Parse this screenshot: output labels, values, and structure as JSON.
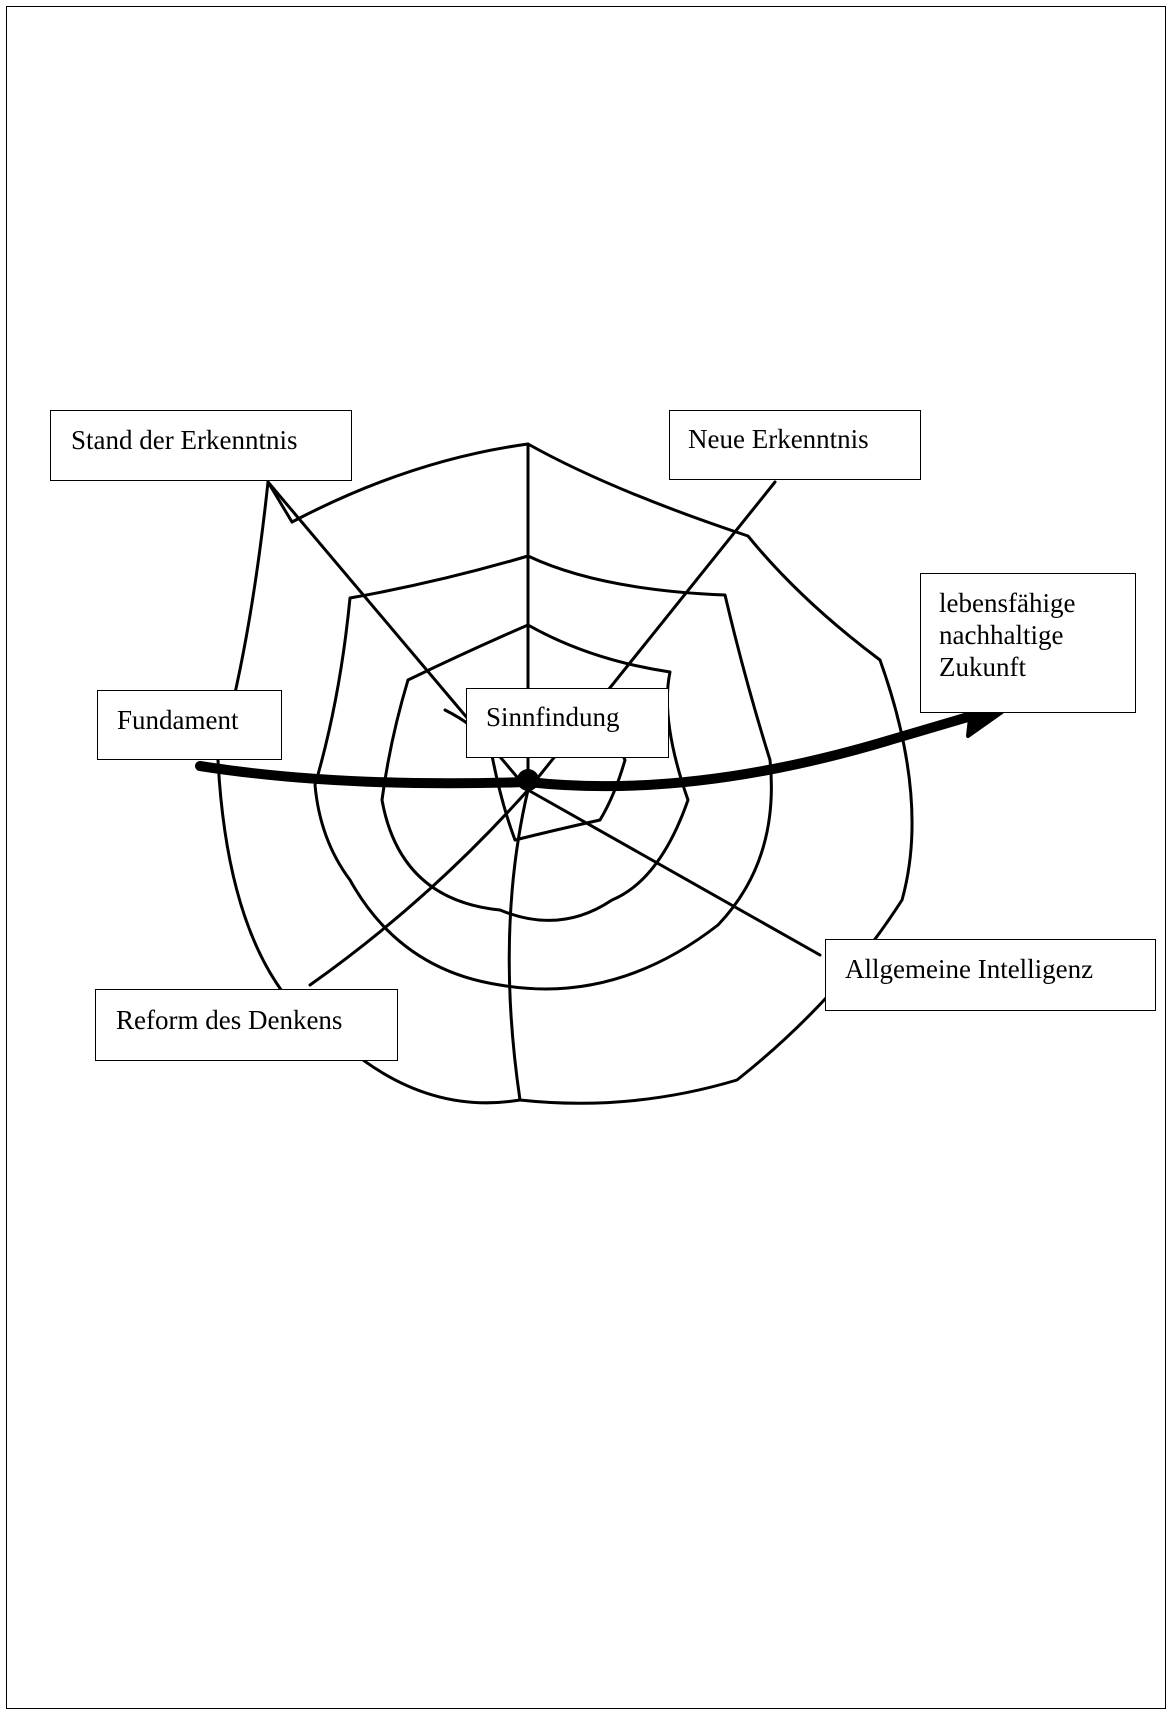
{
  "diagram": {
    "labels": {
      "stand_der_erkenntnis": "Stand der Erkenntnis",
      "neue_erkenntnis": "Neue Erkenntnis",
      "zukunft_line1": "lebensfähige",
      "zukunft_line2": "nachhaltige",
      "zukunft_line3": "Zukunft",
      "fundament": "Fundament",
      "sinnfindung": "Sinnfindung",
      "allgemeine_intelligenz": "Allgemeine Intelligenz",
      "reform_des_denkens": "Reform des Denkens"
    },
    "colors": {
      "line": "#000000",
      "background": "#ffffff"
    }
  }
}
